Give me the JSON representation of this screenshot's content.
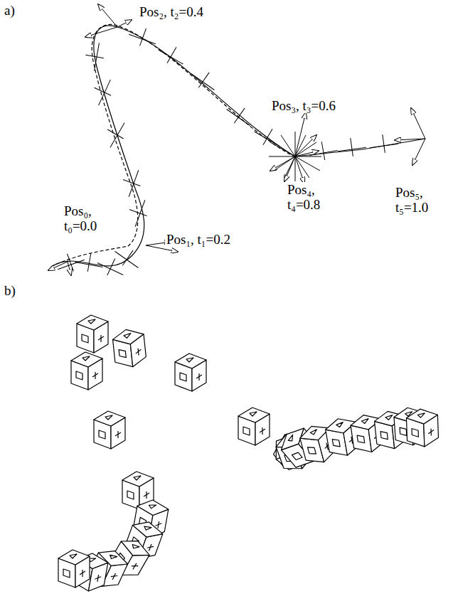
{
  "diagram": {
    "labels": [
      "a)",
      "Pos₂, t₂=0.4",
      "Pos₃, t₃=0.6",
      "Pos₄, t₄=0.8",
      "Pos₅, t₅=1.0",
      "Pos₀, t₀=0.0",
      "Pos₁, t₁=0.2",
      "b)"
    ]
  }
}
